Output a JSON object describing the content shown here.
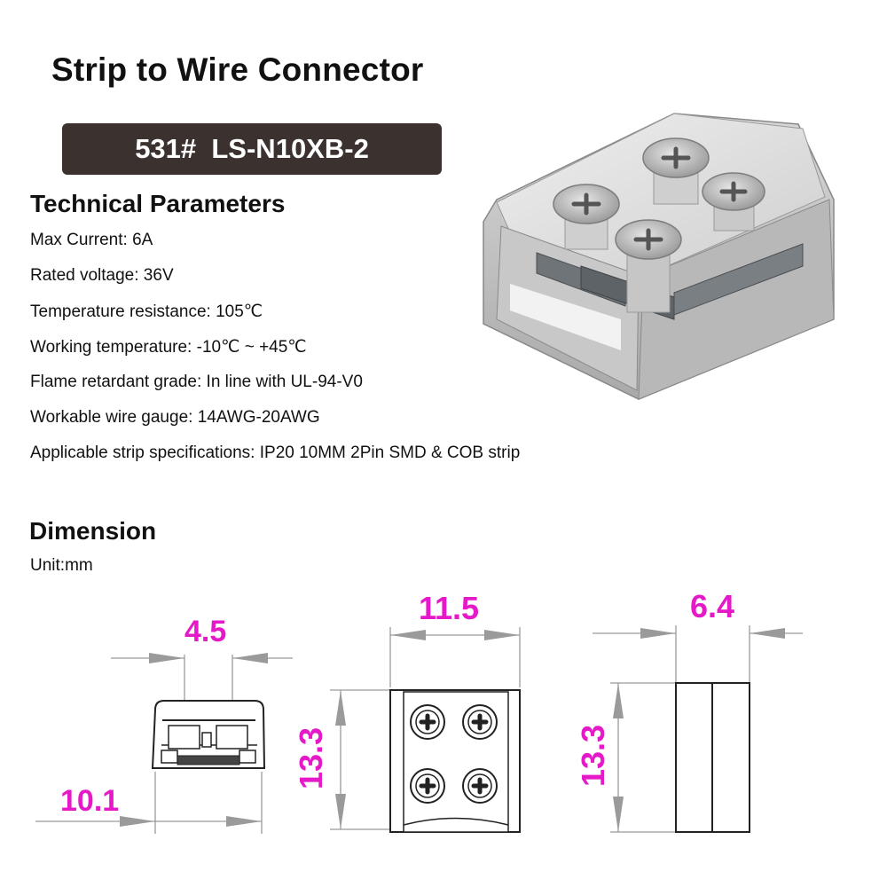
{
  "title": "Strip to Wire Connector",
  "model": "531#  LS-N10XB-2",
  "technical": {
    "heading": "Technical Parameters",
    "params": [
      "Max Current: 6A",
      "Rated voltage: 36V",
      "Temperature resistance: 105℃",
      "Working temperature: -10℃ ~ +45℃",
      "Flame retardant grade: In line with UL-94-V0",
      "Workable wire gauge: 14AWG-20AWG",
      "Applicable strip specifications: IP20 10MM 2Pin SMD & COB strip"
    ]
  },
  "dimension": {
    "heading": "Dimension",
    "unit": "Unit:mm",
    "labels": {
      "opening_width": "4.5",
      "side_width": "10.1",
      "top_width": "11.5",
      "front_height": "13.3",
      "depth": "6.4",
      "side_height": "13.3"
    },
    "accent_color": "#e619c8"
  }
}
